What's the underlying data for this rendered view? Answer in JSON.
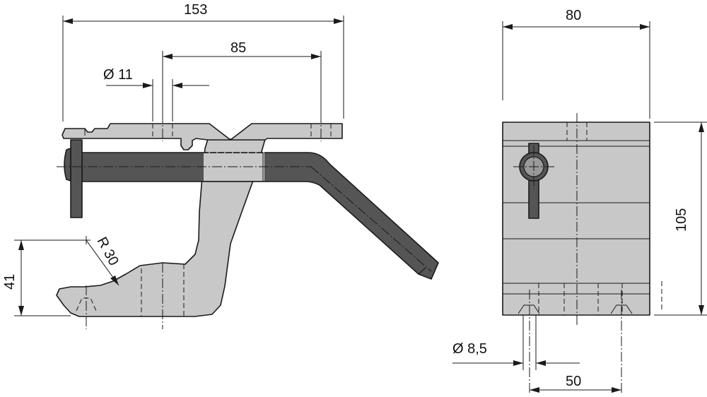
{
  "dimensions": {
    "overall_width": "153",
    "hole_spacing": "85",
    "hole_diameter_top": "Ø 11",
    "radius": "R 30",
    "hook_height": "41",
    "side_width": "80",
    "side_height": "105",
    "hole_diameter_bottom": "Ø 8,5",
    "bottom_hole_spacing": "50"
  }
}
